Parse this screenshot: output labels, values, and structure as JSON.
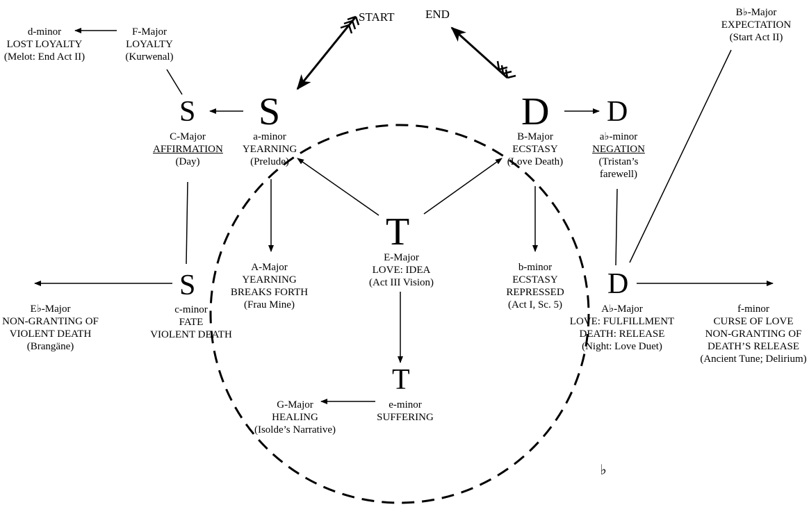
{
  "start": "START",
  "end": "END",
  "flat_symbol": "♭",
  "nodes": {
    "S_big": {
      "letter": "S",
      "lines": [
        "a-minor",
        "YEARNING",
        "(Prelude)"
      ]
    },
    "S_left": {
      "letter": "S",
      "lines": [
        "C-Major",
        "AFFIRMATION",
        "(Day)"
      ]
    },
    "S_bottom": {
      "letter": "S",
      "lines": [
        "c-minor",
        "FATE",
        "VIOLENT DEATH"
      ]
    },
    "D_big": {
      "letter": "D",
      "lines": [
        "B-Major",
        "ECSTASY",
        "(Love Death)"
      ]
    },
    "D_right": {
      "letter": "D",
      "lines": [
        "a♭-minor",
        "NEGATION",
        "(Tristan’s",
        "farewell)"
      ]
    },
    "D_bottom": {
      "letter": "D",
      "lines": [
        "A♭-Major",
        "LOVE:  FULFILLMENT",
        "DEATH:  RELEASE",
        "(Night:  Love Duet)"
      ]
    },
    "T_center": {
      "letter": "T",
      "lines": [
        "E-Major",
        "LOVE: IDEA",
        "(Act III Vision)"
      ]
    },
    "T_bottom": {
      "letter": "T",
      "lines": [
        "e-minor",
        "SUFFERING"
      ]
    }
  },
  "labels": {
    "d_minor": [
      "d-minor",
      "LOST LOYALTY",
      "(Melot: End Act II)"
    ],
    "f_major": [
      "F-Major",
      "LOYALTY",
      "(Kurwenal)"
    ],
    "bb_major": [
      "B♭-Major",
      "EXPECTATION",
      "(Start Act II)"
    ],
    "a_major": [
      "A-Major",
      "YEARNING",
      "BREAKS FORTH",
      "(Frau Mine)"
    ],
    "b_minor": [
      "b-minor",
      "ECSTASY",
      "REPRESSED",
      "(Act I, Sc. 5)"
    ],
    "eb_major": [
      "E♭-Major",
      "NON-GRANTING OF",
      "VIOLENT DEATH",
      "(Brangäne)"
    ],
    "f_minor": [
      "f-minor",
      "CURSE OF LOVE",
      "NON-GRANTING OF",
      "DEATH’S RELEASE",
      "(Ancient Tune; Delirium)"
    ],
    "g_major": [
      "G-Major",
      "HEALING",
      "(Isolde’s Narrative)"
    ]
  }
}
